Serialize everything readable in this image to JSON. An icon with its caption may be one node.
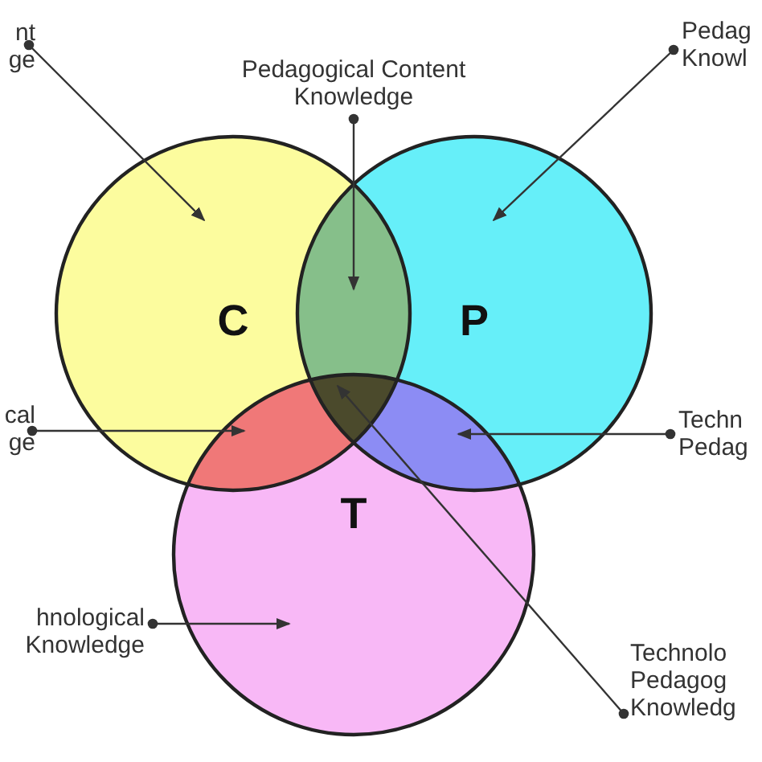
{
  "diagram": {
    "nodes": [
      {
        "text": [
          "C"
        ]
      },
      {
        "text": [
          "P"
        ]
      },
      {
        "text": [
          "T"
        ]
      },
      {
        "text": [
          "nt ge"
        ]
      },
      {
        "text": [
          "Pedagogical Content Knowledge"
        ]
      },
      {
        "text": [
          "Pedag Knowl"
        ]
      },
      {
        "text": [
          "cal ge"
        ]
      },
      {
        "text": [
          "Techn Pedag"
        ]
      },
      {
        "text": [
          "hnological Knowledge"
        ]
      },
      {
        "text": [
          "Technolo Pedagog Knowledg"
        ]
      },
      {
        "text": [],
        "shape": "lens"
      },
      {
        "text": [],
        "shape": "lens"
      },
      {
        "text": [],
        "shape": "lens"
      },
      {
        "text": [],
        "shape": "lens"
      }
    ],
    "edges": [
      {
        "from": 3,
        "to": 0,
        "arrow": "to"
      },
      {
        "from": 4,
        "to": 10,
        "arrow": "to"
      },
      {
        "from": 5,
        "to": 1,
        "arrow": "to"
      },
      {
        "from": 6,
        "to": 11,
        "arrow": "to"
      },
      {
        "from": 7,
        "to": 12,
        "arrow": "to"
      },
      {
        "from": 8,
        "to": 2,
        "arrow": "to"
      },
      {
        "from": 9,
        "to": 13,
        "arrow": "to"
      }
    ]
  }
}
